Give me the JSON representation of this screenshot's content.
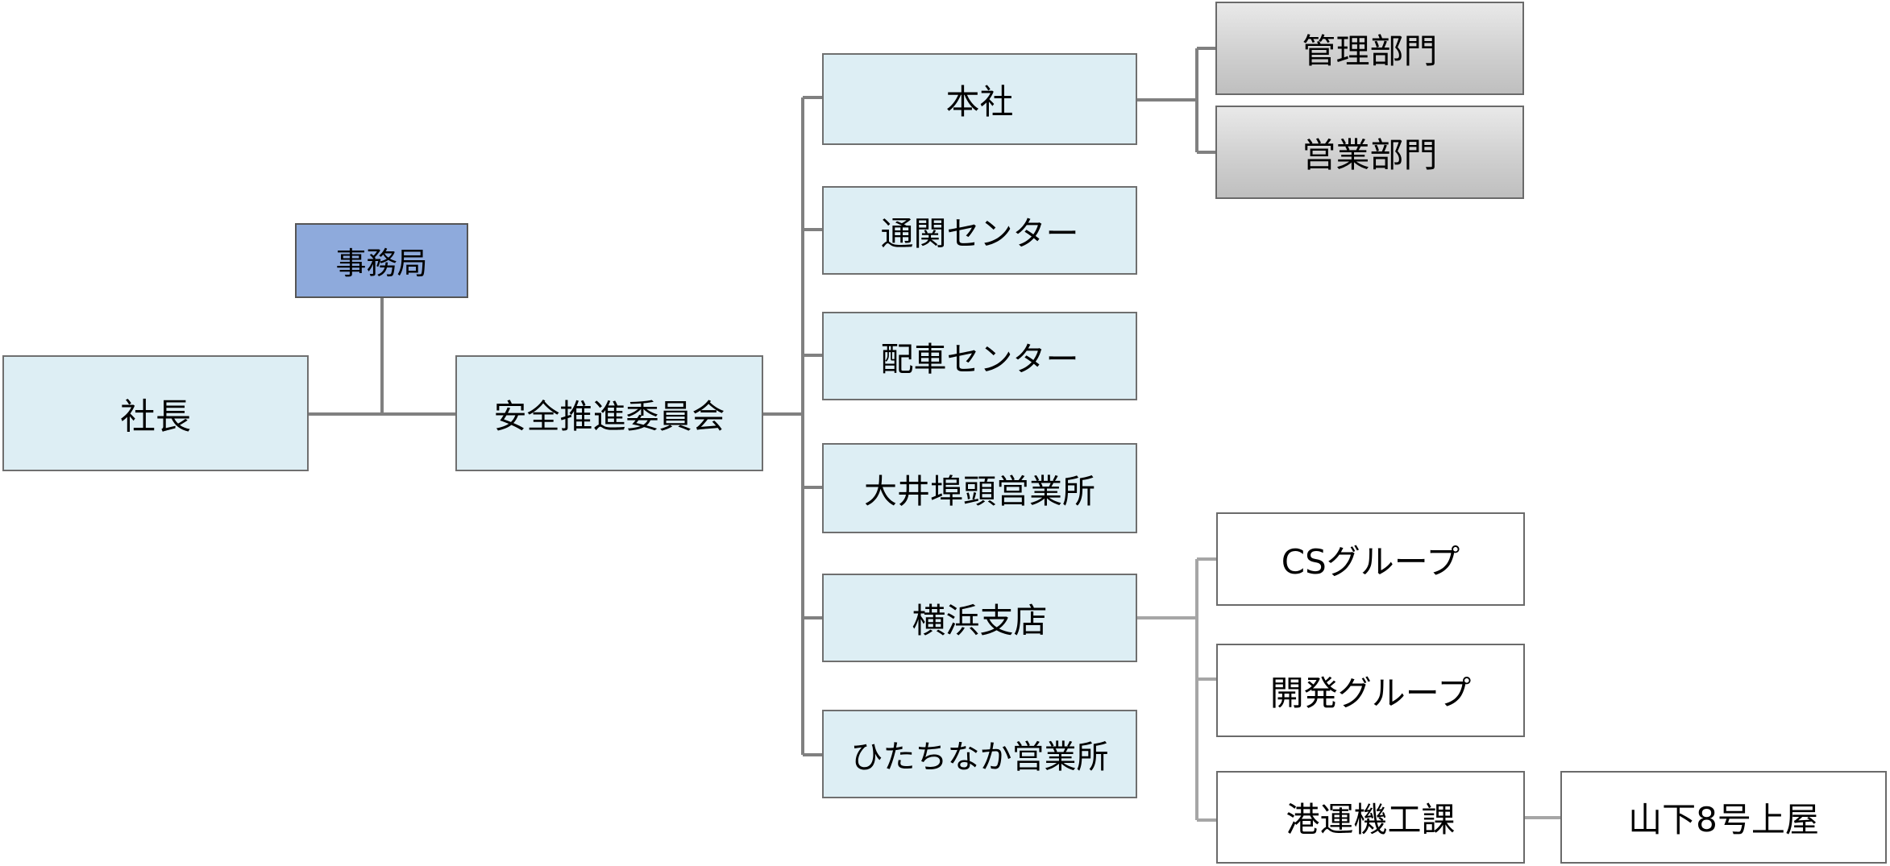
{
  "org": {
    "president": "社長",
    "secretariat": "事務局",
    "committee": "安全推進委員会",
    "head_office": "本社",
    "customs_center": "通関センター",
    "dispatch_center": "配車センター",
    "oi_office": "大井埠頭営業所",
    "yokohama_branch": "横浜支店",
    "hitachinaka_office": "ひたちなか営業所",
    "management_dept": "管理部門",
    "sales_dept": "営業部門",
    "cs_group": "CSグループ",
    "dev_group": "開発グループ",
    "port_machinery": "港運機工課",
    "yamashita_shed": "山下8号上屋"
  },
  "colors": {
    "light_box": "#ddeef4",
    "blue_box": "#8eaadc",
    "gray_box": "#cfcfcf",
    "connector_dark": "#808080",
    "connector_light": "#a6a6a6"
  }
}
